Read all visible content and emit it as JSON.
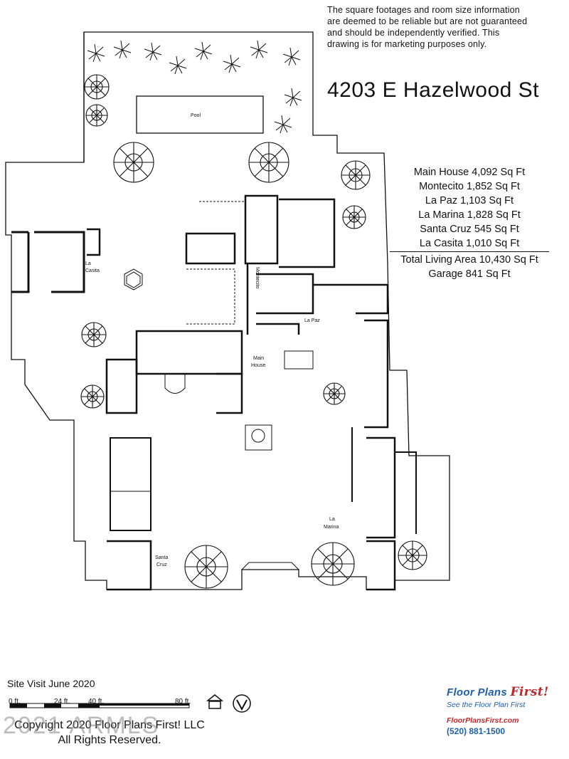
{
  "disclaimer": {
    "line1": "The square footages and room size information",
    "line2": "are deemed to be reliable but are not guaranteed",
    "line3": "and should be independently verified. This",
    "line4": "drawing is for marketing purposes only."
  },
  "address": "4203 E Hazelwood St",
  "areas": {
    "main_house": "Main House 4,092 Sq Ft",
    "montecito": "Montecito 1,852 Sq Ft",
    "la_paz": "La Paz 1,103 Sq Ft",
    "la_marina": "La Marina 1,828 Sq Ft",
    "santa_cruz": "Santa Cruz 545 Sq Ft",
    "la_casita": "La Casita 1,010 Sq Ft",
    "total": "Total Living Area 10,430 Sq Ft",
    "garage": "Garage 841 Sq Ft"
  },
  "labels": {
    "pool": "Pool",
    "la": "La",
    "casita": "Casita",
    "montecito": "Montecito",
    "la_paz": "La Paz",
    "main": "Main",
    "house": "House",
    "marina": "Marina",
    "santa": "Santa",
    "cruz": "Cruz"
  },
  "site_visit": "Site Visit June 2020",
  "scale": {
    "s0": "0 ft.",
    "s24": "24 ft.",
    "s40": "40 ft.",
    "s80": "80 ft."
  },
  "copyright": {
    "line1": "Copyright 2020 Floor Plans First! LLC",
    "line2": "All Rights Reserved."
  },
  "watermark": "2021 ARMLS",
  "logo": {
    "brand": "Floor Plans ",
    "brand_first": "First!",
    "tagline": "See the Floor Plan First",
    "url": "FloorPlansFirst.com",
    "phone": "(520) 881-1500"
  },
  "colors": {
    "ink": "#111111",
    "brand_blue": "#1f5fa8",
    "brand_red": "#c0282c"
  }
}
